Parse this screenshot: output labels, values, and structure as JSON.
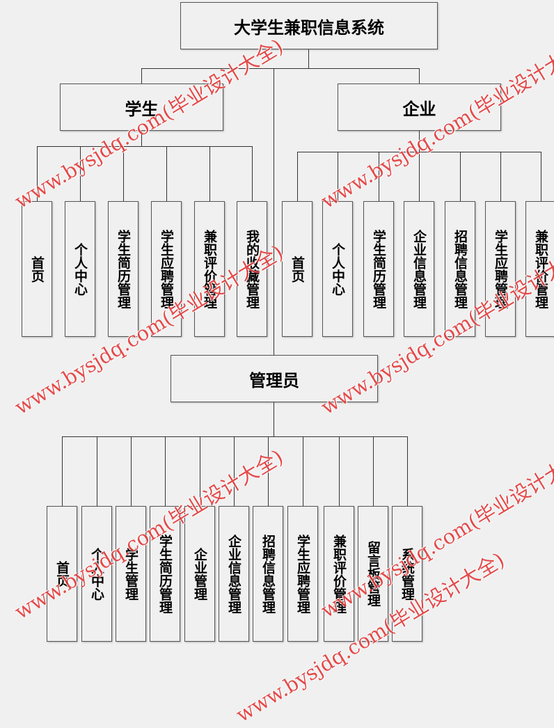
{
  "root": "大学生兼职信息系统",
  "roles": {
    "student": {
      "label": "学生",
      "children": [
        "首页",
        "个人中心",
        "学生简历管理",
        "学生应聘管理",
        "兼职评价管理",
        "我的收藏管理"
      ]
    },
    "enterprise": {
      "label": "企业",
      "children": [
        "首页",
        "个人中心",
        "学生简历管理",
        "企业信息管理",
        "招聘信息管理",
        "学生应聘管理",
        "兼职评价管理"
      ]
    },
    "admin": {
      "label": "管理员",
      "children": [
        "首页",
        "个人中心",
        "学生管理",
        "学生简历管理",
        "企业管理",
        "企业信息管理",
        "招聘信息管理",
        "学生应聘管理",
        "兼职评价管理",
        "留言板管理",
        "系统管理"
      ]
    }
  },
  "watermark": "www.bysjdq.com(毕业设计大全)",
  "colors": {
    "background": "#f0f0f0",
    "watermark": "#e23a3a",
    "line": "#333333"
  }
}
